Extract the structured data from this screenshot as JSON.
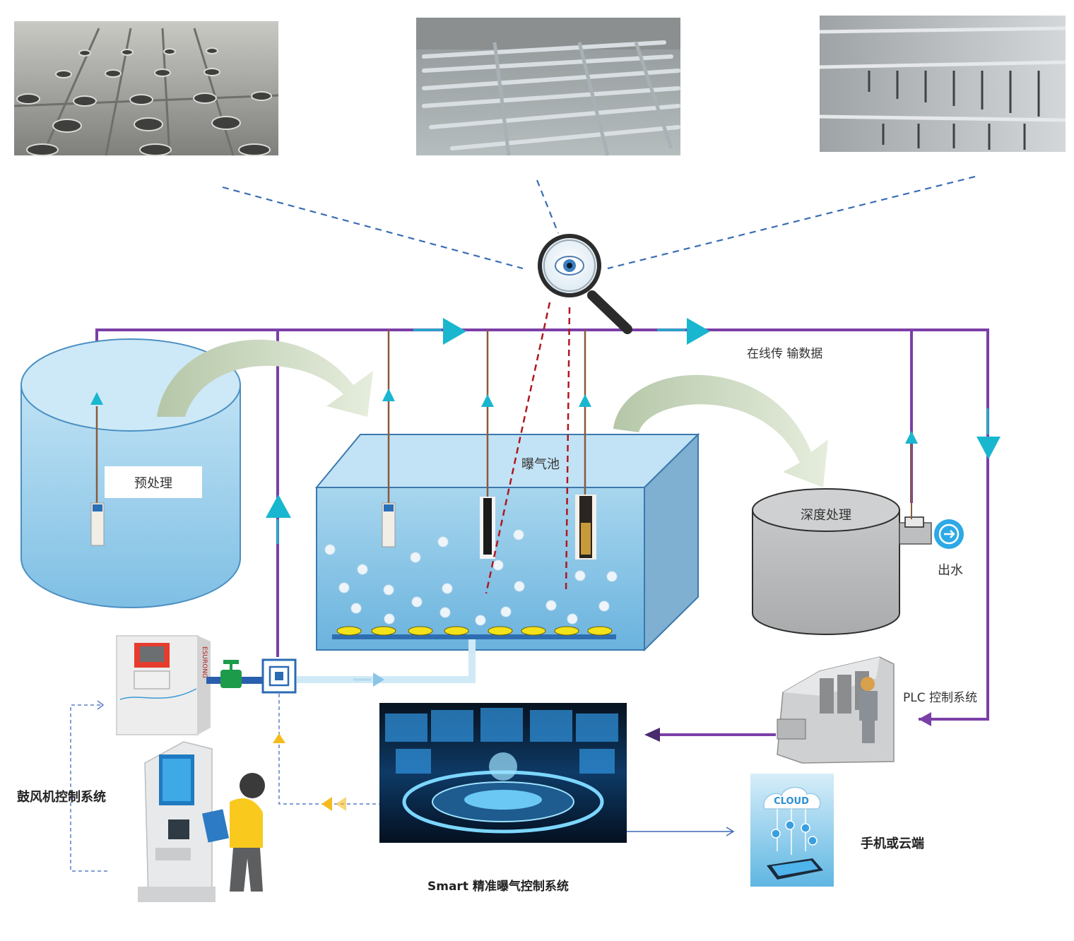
{
  "labels": {
    "pretreatment": "预处理",
    "aeration_tank": "曝气池",
    "online_transfer": "在线传 输数据",
    "deep_treatment": "深度处理",
    "outlet": "出水",
    "plc_system": "PLC 控制系统",
    "blower_system": "鼓风机控制系统",
    "smart_system": "Smart 精准曝气控制系统",
    "phone_cloud": "手机或云端",
    "cloud_logo": "CLOUD",
    "blower_brand": "ESURONG"
  },
  "colors": {
    "pipe_purple": "#7B3FA8",
    "arrow_cyan": "#19B6CF",
    "tank_blue": "#9FD1EC",
    "tank_gray": "#B9BBBC",
    "dashed_blue": "#3A6DB5",
    "dashed_red": "#B0171F",
    "diffuser_yellow": "#F4E21A"
  },
  "icons": [
    "magnifier-eye-icon",
    "flow-arrow-icon",
    "outlet-arrow-icon",
    "cloud-icon",
    "valve-icon",
    "control-box-icon"
  ]
}
